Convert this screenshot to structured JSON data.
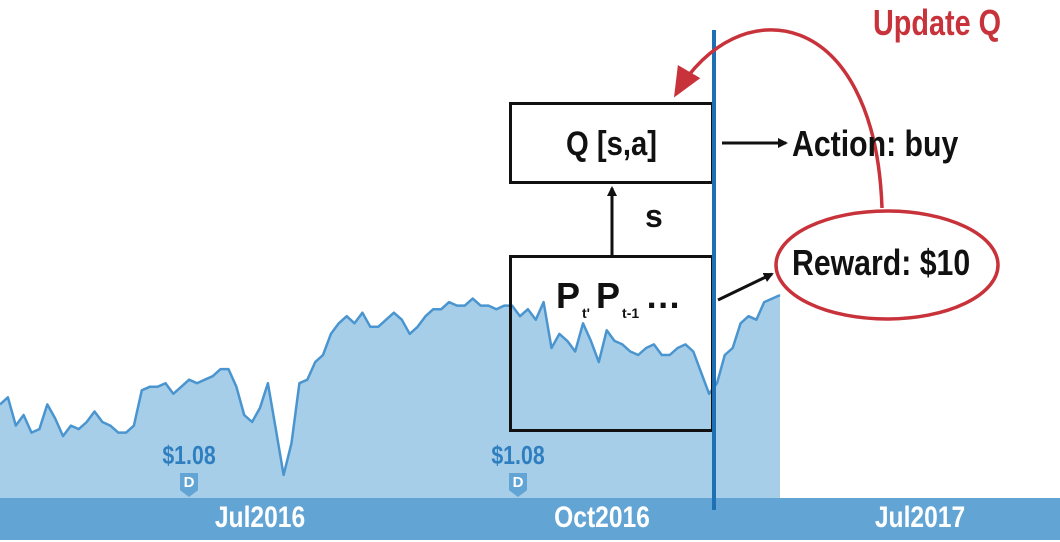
{
  "chart_data": {
    "type": "area",
    "x_ticks": [
      "Jul2016",
      "Oct2016",
      "Jul2017"
    ],
    "dividend_markers": [
      {
        "label": "$1.08",
        "flag": "D"
      },
      {
        "label": "$1.08",
        "flag": "D"
      }
    ],
    "values": [
      52,
      54,
      46,
      49,
      44,
      45,
      52,
      48,
      43,
      46,
      45,
      47,
      50,
      47,
      46,
      44,
      44,
      46,
      56,
      57,
      57,
      58,
      55,
      57,
      59,
      58,
      59,
      60,
      62,
      62,
      57,
      49,
      47,
      51,
      58,
      45,
      32,
      41,
      58,
      59,
      64,
      66,
      72,
      75,
      77,
      75,
      78,
      74,
      74,
      76,
      78,
      76,
      72,
      74,
      77,
      79,
      79,
      81,
      80,
      80,
      82,
      80,
      80,
      79,
      80,
      80,
      77,
      79,
      76,
      81,
      68,
      72,
      70,
      67,
      75,
      70,
      64,
      73,
      70,
      69,
      67,
      66,
      68,
      69,
      66,
      66,
      68,
      69,
      67,
      61,
      55,
      58,
      66,
      68,
      75,
      77,
      76,
      81,
      82,
      83
    ],
    "area_color": "#a7cee8",
    "line_color": "#4a95cf"
  },
  "diagram": {
    "q_box": "Q [s,a]",
    "action": "Action: buy",
    "state": "s",
    "prices": {
      "p1": "P",
      "sub1": "t'",
      "p2": "P",
      "sub2": "t-1",
      "ellipsis": "…"
    },
    "reward": "Reward: $10",
    "update": "Update Q",
    "colors": {
      "divider": "#1f6fb5",
      "update": "#c8323a",
      "timebar": "#62a5d4"
    }
  }
}
